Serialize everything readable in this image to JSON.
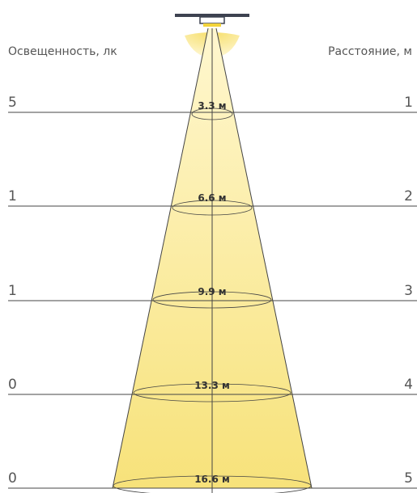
{
  "header": {
    "left_title": "Освещенность, лк",
    "right_title": "Расстояние, м"
  },
  "levels": [
    {
      "illuminance": "5",
      "distance": "1",
      "diameter": "3.3 м"
    },
    {
      "illuminance": "1",
      "distance": "2",
      "diameter": "6.6 м"
    },
    {
      "illuminance": "1",
      "distance": "3",
      "diameter": "9.9 м"
    },
    {
      "illuminance": "0",
      "distance": "4",
      "diameter": "13.3 м"
    },
    {
      "illuminance": "0",
      "distance": "5",
      "diameter": "16.6 м"
    }
  ],
  "colors": {
    "beam_top": "#fff7cf",
    "beam_bottom": "#f7e27a",
    "lamp_glow": "#f6de6a",
    "line": "#444444"
  }
}
